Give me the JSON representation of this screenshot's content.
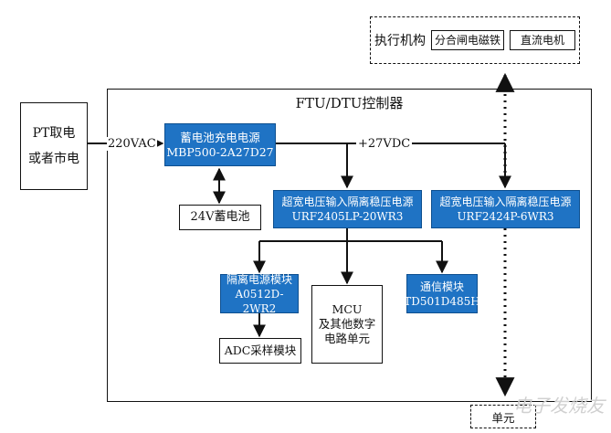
{
  "executor": {
    "title": "执行机构",
    "item_1": "分合闸电磁铁",
    "item_2": "直流电机"
  },
  "controller": {
    "title": "FTU/DTU控制器"
  },
  "pt_source": {
    "line_1": "PT取电",
    "line_2": "或者市电"
  },
  "labels": {
    "ac_input": "220VAC",
    "dc_bus": "+27VDC"
  },
  "charger": {
    "name": "蓄电池充电电源",
    "model": "MBP500-2A27D27"
  },
  "battery": {
    "label": "24V蓄电池"
  },
  "dcdc_1": {
    "name": "超宽电压输入隔离稳压电源",
    "model": "URF2405LP-20WR3"
  },
  "dcdc_2": {
    "name": "超宽电压输入隔离稳压电源",
    "model": "URF2424P-6WR3"
  },
  "iso_module": {
    "name": "隔离电源模块",
    "model": "A0512D-2WR2"
  },
  "adc": {
    "label": "ADC采样模块"
  },
  "mcu": {
    "line_1": "MCU",
    "line_2": "及其他数字",
    "line_3": "电路单元"
  },
  "comm": {
    "name": "通信模块",
    "model": "TD501D485H"
  },
  "bottom_unit": {
    "label": "单元"
  },
  "watermark": {
    "label": "电子发烧友"
  },
  "colors": {
    "module_fill": "#1f73c4",
    "line": "#111111"
  }
}
